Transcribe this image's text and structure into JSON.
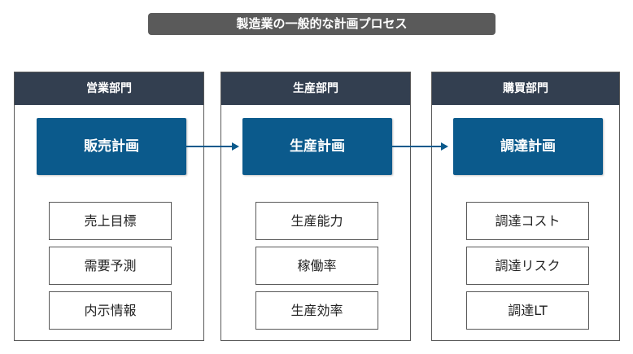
{
  "title": "製造業の一般的な計画プロセス",
  "departments": [
    {
      "header": "営業部門",
      "plan": "販売計画",
      "items": [
        "売上目標",
        "需要予測",
        "内示情報"
      ]
    },
    {
      "header": "生産部門",
      "plan": "生産計画",
      "items": [
        "生産能力",
        "稼働率",
        "生産効率"
      ]
    },
    {
      "header": "購買部門",
      "plan": "調達計画",
      "items": [
        "調達コスト",
        "調達リスク",
        "調達LT"
      ]
    }
  ],
  "colors": {
    "header_bg": "#333f50",
    "plan_bg": "#0b5a8c",
    "title_bg": "#5a5a5a",
    "arrow": "#0b5a8c"
  }
}
